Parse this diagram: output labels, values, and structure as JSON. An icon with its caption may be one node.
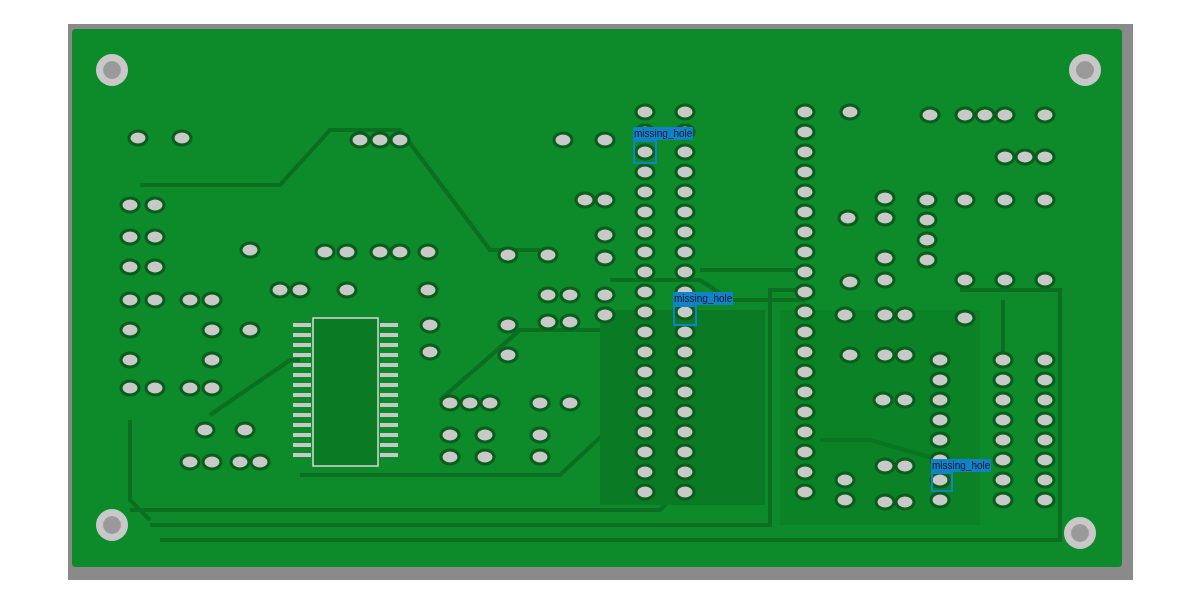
{
  "diagram": {
    "nodes": [
      {
        "text": [
          "missing_hole"
        ]
      },
      {
        "text": [
          "missing_hole"
        ]
      },
      {
        "text": [
          "missing_hole"
        ]
      }
    ],
    "edges": []
  }
}
